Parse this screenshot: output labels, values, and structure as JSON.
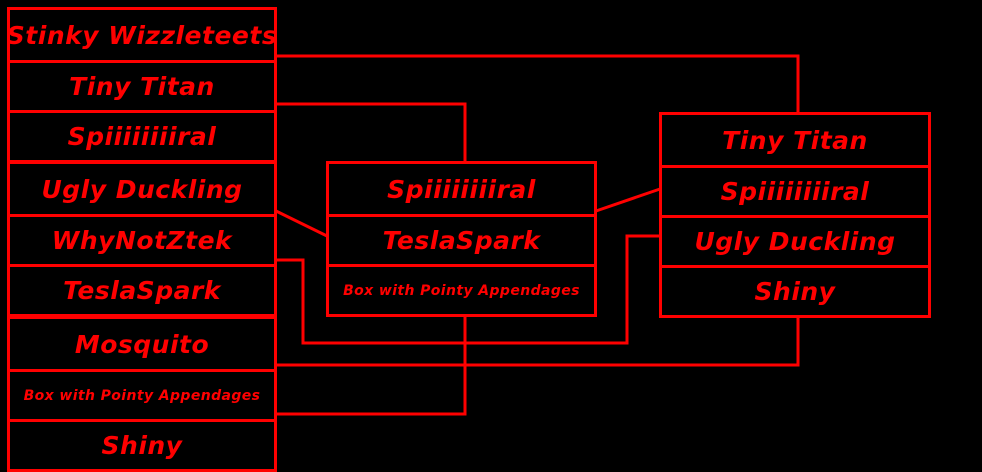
{
  "colors": {
    "background": "#000000",
    "accent": "#ff0000"
  },
  "groups": [
    {
      "cells": [
        "Stinky Wizzleteets",
        "Tiny Titan",
        "Spiiiiiiiiral"
      ]
    },
    {
      "cells": [
        "Ugly Duckling",
        "WhyNotZtek",
        "TeslaSpark"
      ]
    },
    {
      "cells": [
        "Mosquito",
        "Box with Pointy Appendages",
        "Shiny"
      ]
    },
    {
      "cells": [
        "Spiiiiiiiiral",
        "TeslaSpark",
        "Box with Pointy Appendages"
      ]
    },
    {
      "cells": [
        "Tiny Titan",
        "Spiiiiiiiiral",
        "Ugly Duckling",
        "Shiny"
      ]
    }
  ]
}
